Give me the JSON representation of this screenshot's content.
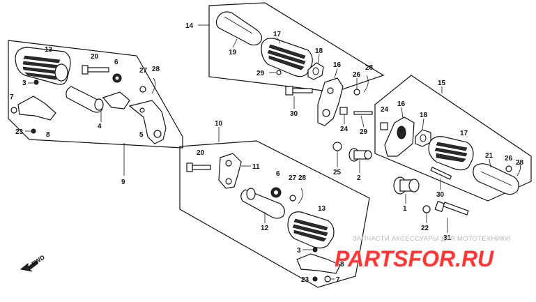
{
  "groups": {
    "g9": "9",
    "g10": "10",
    "g14": "14",
    "g15": "15"
  },
  "labels": {
    "a1": "13",
    "a2": "20",
    "a3": "6",
    "a4": "27",
    "a5": "28",
    "a6": "3",
    "a7": "7",
    "a8": "4",
    "a9": "8",
    "a10": "23",
    "a11": "5",
    "b1": "19",
    "b2": "17",
    "b3": "18",
    "b4": "29",
    "b5": "16",
    "b6": "26",
    "b7": "28",
    "b8": "30",
    "b9": "24",
    "b10": "29",
    "b11": "25",
    "b12": "2",
    "c1": "16",
    "c2": "24",
    "c3": "18",
    "c4": "17",
    "c5": "21",
    "c6": "26",
    "c7": "28",
    "c8": "30",
    "c9": "1",
    "c10": "22",
    "c11": "31",
    "d1": "20",
    "d2": "11",
    "d3": "6",
    "d4": "27",
    "d5": "28",
    "d6": "12",
    "d7": "13",
    "d8": "3",
    "d9": "8",
    "d10": "23",
    "d11": "7"
  },
  "direction": "FWD",
  "watermark": {
    "caption": "ЗАПЧАСТИ АКСЕССУАРЫ ДЛЯ МОТОТЕХНИКИ",
    "logo": "PARTSFOR.RU"
  }
}
